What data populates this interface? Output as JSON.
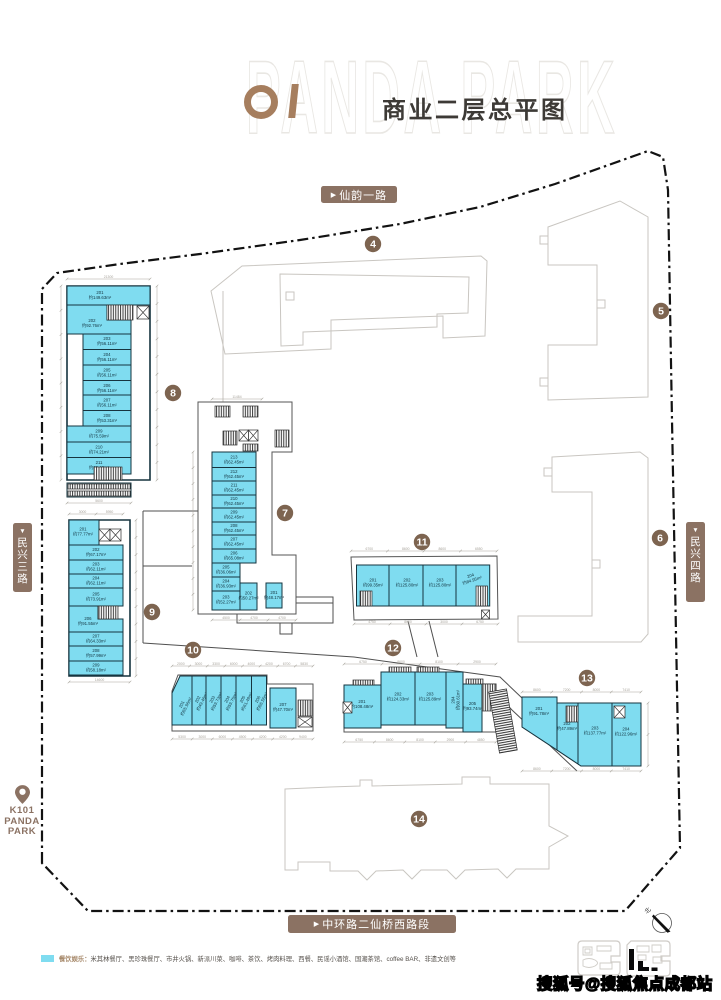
{
  "header": {
    "number": "01",
    "title": "商业二层总平图",
    "watermark": "PANDA PARK"
  },
  "roads": {
    "top": "仙韵一路",
    "left": "民兴三路",
    "right": "民兴四路",
    "bottom": "中环路二仙桥西路段"
  },
  "landmark": {
    "lines": [
      "K101",
      "PANDA",
      "PARK"
    ]
  },
  "legend": {
    "category": "餐饮娱乐：",
    "items": "米其林餐厅、黑珍珠餐厅、市井火锅、新派川菜、咖啡、茶饮、烤肉料理、西餐、民谣小酒馆、国潮茶馆、coffee BAR、非遗文创等",
    "swatch_color": "#7fdcf0"
  },
  "footer_watermark": "搜狐号@搜狐焦点成都站",
  "compass_label": "北",
  "colors": {
    "accent_brown": "#8b7263",
    "badge_brown": "#7d6450",
    "unit_fill": "#7fdcf0",
    "unit_border": "#16343f",
    "outline_gray": "#c9c6c1",
    "street_gray": "#4f4f4f",
    "boundary_black": "#121212",
    "dim_gray": "#a8a49c"
  },
  "plan": {
    "badges": [
      "4",
      "5",
      "6",
      "7",
      "8",
      "9",
      "10",
      "11",
      "12",
      "13",
      "14"
    ],
    "buildings": [
      {
        "no": "4",
        "type": "outline"
      },
      {
        "no": "5",
        "type": "outline"
      },
      {
        "no": "6",
        "type": "outline"
      },
      {
        "no": "7",
        "type": "retail",
        "units": [
          {
            "id": "213",
            "area": "约62.45m²"
          },
          {
            "id": "212",
            "area": "约62.45m²"
          },
          {
            "id": "211",
            "area": "约62.45m²"
          },
          {
            "id": "210",
            "area": "约62.45m²"
          },
          {
            "id": "209",
            "area": "约62.45m²"
          },
          {
            "id": "208",
            "area": "约62.45m²"
          },
          {
            "id": "207",
            "area": "约62.45m²"
          },
          {
            "id": "206",
            "area": "约65.08m²"
          },
          {
            "id": "205",
            "area": "约36.06m²"
          },
          {
            "id": "204",
            "area": "约36.93m²"
          },
          {
            "id": "203",
            "area": "约52.27m²"
          },
          {
            "id": "202",
            "area": "约50.27m²"
          },
          {
            "id": "201",
            "area": "约48.17m²"
          }
        ],
        "dims": {
          "top": [
            "11484"
          ],
          "bottom": [
            "4500",
            "4700",
            "4700"
          ]
        }
      },
      {
        "no": "8",
        "type": "retail",
        "units": [
          {
            "id": "201",
            "area": "约149.63m²"
          },
          {
            "id": "202",
            "area": "约92.76m²"
          },
          {
            "id": "203",
            "area": "约56.11m²"
          },
          {
            "id": "204",
            "area": "约56.11m²"
          },
          {
            "id": "205",
            "area": "约56.11m²"
          },
          {
            "id": "206",
            "area": "约56.11m²"
          },
          {
            "id": "207",
            "area": "约56.11m²"
          },
          {
            "id": "208",
            "area": "约53.31m²"
          },
          {
            "id": "209",
            "area": "约75.59m²"
          },
          {
            "id": "210",
            "area": "约74.21m²"
          },
          {
            "id": "211",
            "area": "约99.48m²"
          }
        ],
        "dims": {
          "top": [
            "21300"
          ],
          "bottom": [
            "5600"
          ]
        }
      },
      {
        "no": "9",
        "type": "retail",
        "units": [
          {
            "id": "201",
            "area": "约77.77m²"
          },
          {
            "id": "202",
            "area": "约67.17m²"
          },
          {
            "id": "203",
            "area": "约62.11m²"
          },
          {
            "id": "204",
            "area": "约62.11m²"
          },
          {
            "id": "205",
            "area": "约73.91m²"
          },
          {
            "id": "206",
            "area": "约91.55m²"
          },
          {
            "id": "207",
            "area": "约64.33m²"
          },
          {
            "id": "208",
            "area": "约57.99m²"
          },
          {
            "id": "209",
            "area": "约58.18m²"
          }
        ],
        "dims": {
          "top": [
            "3000",
            "5950"
          ],
          "bottom": [
            "14600"
          ]
        }
      },
      {
        "no": "10",
        "type": "retail",
        "units": [
          {
            "id": "201",
            "area": "约65.96m²"
          },
          {
            "id": "202",
            "area": "约49.46m²"
          },
          {
            "id": "203",
            "area": "约59.73m²"
          },
          {
            "id": "204",
            "area": "约59.75m²"
          },
          {
            "id": "205",
            "area": "约61.49m²"
          },
          {
            "id": "206",
            "area": "约66.55m²"
          },
          {
            "id": "207",
            "area": "约47.70m²"
          }
        ],
        "dims": {
          "top": [
            "2000",
            "3000",
            "3300",
            "6000",
            "4000",
            "4200",
            "6700",
            "5830"
          ],
          "bottom": [
            "5300",
            "3000",
            "6000",
            "4500",
            "4200",
            "4200",
            "9400"
          ]
        }
      },
      {
        "no": "11",
        "type": "retail",
        "units": [
          {
            "id": "201",
            "area": "约99.35m²"
          },
          {
            "id": "202",
            "area": "约125.80m²"
          },
          {
            "id": "203",
            "area": "约125.80m²"
          },
          {
            "id": "204",
            "area": "约84.95m²"
          }
        ],
        "dims": {
          "top": [
            "6700",
            "8600",
            "8600",
            "6550"
          ],
          "bottom": [
            "4750",
            "8600",
            "3000",
            "6750"
          ]
        }
      },
      {
        "no": "12",
        "type": "retail",
        "units": [
          {
            "id": "201",
            "area": "约108.48m²"
          },
          {
            "id": "202",
            "area": "约124.33m²"
          },
          {
            "id": "203",
            "area": "约125.89m²"
          },
          {
            "id": "204",
            "area": "约60.61m²"
          },
          {
            "id": "205",
            "area": "约93.74m²"
          }
        ],
        "dims": {
          "top": [
            "6750",
            "8600",
            "8100",
            "2900"
          ],
          "bottom": [
            "6750",
            "8600",
            "8100",
            "2900",
            "4850"
          ]
        }
      },
      {
        "no": "13",
        "type": "retail",
        "units": [
          {
            "id": "201",
            "area": "约91.78m²"
          },
          {
            "id": "202",
            "area": "约47.89m²"
          },
          {
            "id": "203",
            "area": "约137.77m²"
          },
          {
            "id": "204",
            "area": "约122.96m²"
          }
        ],
        "dims": {
          "top": [
            "8600",
            "7200",
            "8000",
            "7410"
          ],
          "bottom": [
            "8600",
            "7200",
            "8000",
            "7410"
          ]
        }
      },
      {
        "no": "14",
        "type": "outline"
      }
    ]
  }
}
